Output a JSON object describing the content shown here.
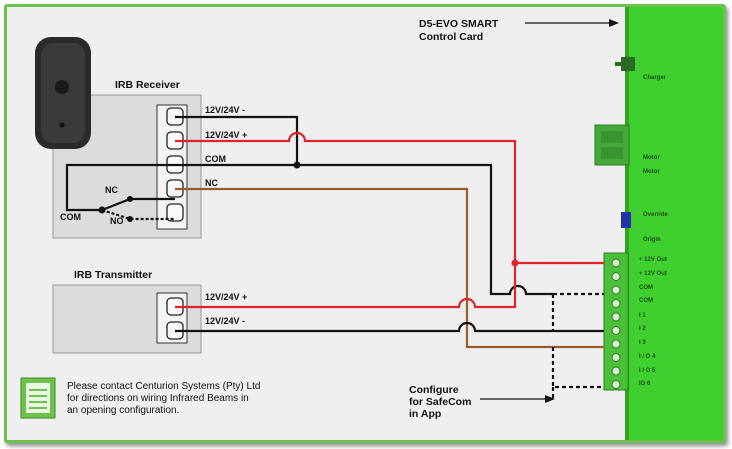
{
  "control_card": {
    "title_line1": "D5-EVO SMART",
    "title_line2": "Control Card",
    "labels": [
      "Charger",
      "Motor",
      "Motor",
      "Override",
      "Origin",
      "+ 12V Out",
      "+ 12V Out",
      "COM",
      "COM",
      "I 1",
      "I 2",
      "I 3",
      "I / O 4",
      "I / O 5",
      "IO 6"
    ],
    "board_color": "#3fcf2e"
  },
  "receiver": {
    "title": "IRB Receiver",
    "terminals": [
      "12V/24V -",
      "12V/24V +",
      "COM",
      "NC"
    ],
    "relay_nc": "NC",
    "relay_com": "COM",
    "relay_no": "NO"
  },
  "transmitter": {
    "title": "IRB Transmitter",
    "terminals": [
      "12V/24V +",
      "12V/24V -"
    ]
  },
  "note": {
    "line1": "Please contact Centurion Systems (Pty) Ltd",
    "line2": "for directions on wiring Infrared Beams in",
    "line3": "an opening configuration."
  },
  "configure": {
    "line1": "Configure",
    "line2": "for SafeCom",
    "line3": "in App"
  },
  "colors": {
    "red_wire": "#e0242b",
    "black_wire": "#111111",
    "brown_wire": "#9b5a2c",
    "frame_green": "#6dc24b"
  }
}
